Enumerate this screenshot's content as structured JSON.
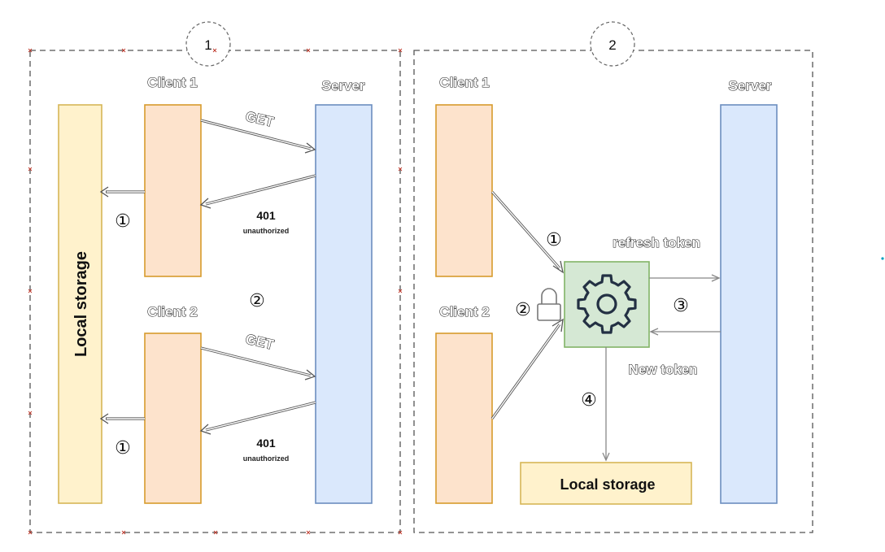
{
  "panel1": {
    "number": "1",
    "left_storage_label": "Local storage",
    "client1": {
      "label": "Client 1"
    },
    "client2": {
      "label": "Client 2"
    },
    "server": {
      "label": "Server"
    },
    "request1": {
      "label": "GET"
    },
    "response1": {
      "code": "401",
      "text": "unauthorized"
    },
    "request2": {
      "label": "GET"
    },
    "response2": {
      "code": "401",
      "text": "unauthorized"
    },
    "step_client1": "①",
    "step_middle": "②",
    "step_client2": "①"
  },
  "panel2": {
    "number": "2",
    "client1": {
      "label": "Client 1"
    },
    "client2": {
      "label": "Client 2"
    },
    "server": {
      "label": "Server"
    },
    "service_icon": "gear-icon",
    "lock_icon": "lock-icon",
    "refresh_label": "refresh token",
    "new_token_label": "New token",
    "storage_label": "Local storage",
    "step1": "①",
    "step2": "②",
    "step3": "③",
    "step4": "④"
  },
  "colors": {
    "client_fill": "#fde3cc",
    "client_stroke": "#d79b2c",
    "server_fill": "#dae8fc",
    "server_stroke": "#6c8ebf",
    "storage_fill": "#fff2cc",
    "storage_stroke": "#d6b656",
    "service_fill": "#d5e8d4",
    "service_stroke": "#82b366",
    "stray_dot": "#00a0c0"
  }
}
